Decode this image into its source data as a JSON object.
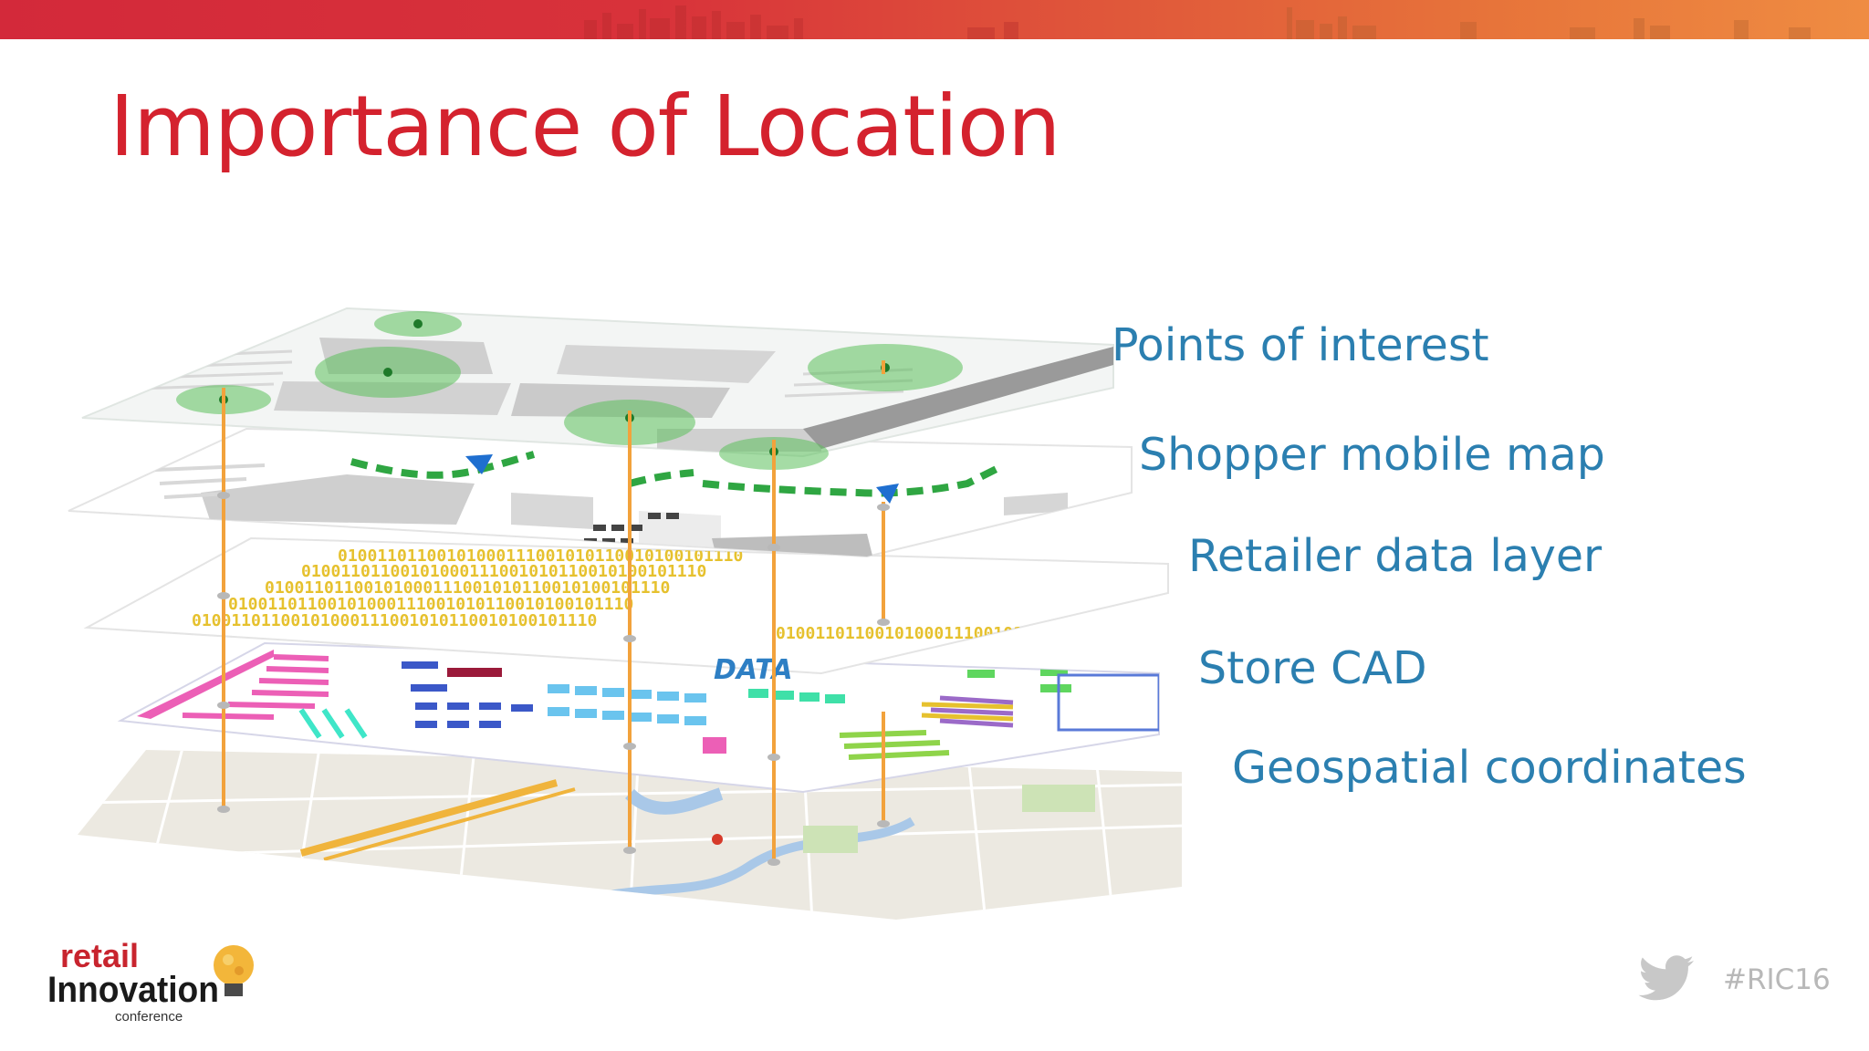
{
  "slide": {
    "title": "Importance of Location",
    "hashtag": "#RIC16"
  },
  "layers": [
    {
      "label": "Points of interest"
    },
    {
      "label": "Shopper mobile map"
    },
    {
      "label": "Retailer data layer"
    },
    {
      "label": "Store CAD"
    },
    {
      "label": "Geospatial coordinates"
    }
  ],
  "diagram_text": {
    "data_word": "DATA",
    "binary": "01001101100101000111001010110010100101110"
  },
  "logo": {
    "line1": "retail",
    "line2": "Innovation",
    "line3": "conference"
  },
  "colors": {
    "title": "#d4222e",
    "labels": "#2b7fb0",
    "connector": "#f2a23c",
    "path": "#2fa642",
    "poi": "#4caf50",
    "binary": "#e6c12e",
    "hashtag": "#b8b8b8"
  },
  "icons": {
    "twitter": "twitter-bird-icon",
    "logo_bulb": "lightbulb-icon"
  }
}
